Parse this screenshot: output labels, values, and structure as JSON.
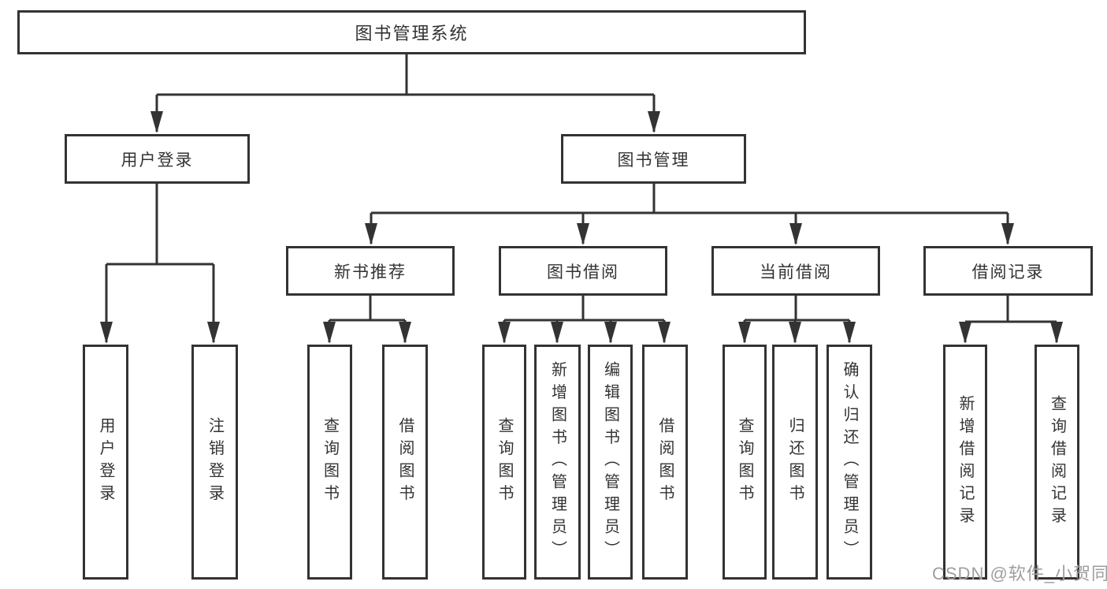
{
  "colors": {
    "line": "#333333",
    "text": "#333333",
    "watermark": "#9e9e9e",
    "background": "#ffffff"
  },
  "watermark": {
    "text": "CSDN @软件_小贺同学"
  },
  "tree": {
    "label": "图书管理系统",
    "children": [
      {
        "label": "用户登录",
        "children": [
          {
            "label": "用户登录"
          },
          {
            "label": "注销登录"
          }
        ]
      },
      {
        "label": "图书管理",
        "children": [
          {
            "label": "新书推荐",
            "children": [
              {
                "label": "查询图书"
              },
              {
                "label": "借阅图书"
              }
            ]
          },
          {
            "label": "图书借阅",
            "children": [
              {
                "label": "查询图书"
              },
              {
                "label": "新增图书（管理员）"
              },
              {
                "label": "编辑图书（管理员）"
              },
              {
                "label": "借阅图书"
              }
            ]
          },
          {
            "label": "当前借阅",
            "children": [
              {
                "label": "查询图书"
              },
              {
                "label": "归还图书"
              },
              {
                "label": "确认归还（管理员）"
              }
            ]
          },
          {
            "label": "借阅记录",
            "children": [
              {
                "label": "新增借阅记录"
              },
              {
                "label": "查询借阅记录"
              }
            ]
          }
        ]
      }
    ]
  }
}
